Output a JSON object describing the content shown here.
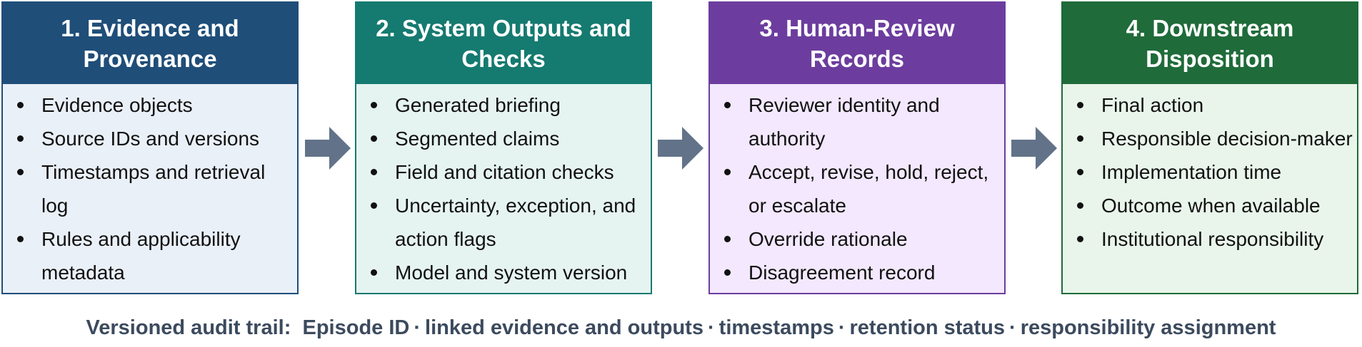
{
  "panels": [
    {
      "title": "1. Evidence and Provenance",
      "items": [
        "Evidence objects",
        "Source IDs and versions",
        "Timestamps and retrieval log",
        "Rules and applicability metadata"
      ]
    },
    {
      "title": "2. System Outputs and Checks",
      "items": [
        "Generated briefing",
        "Segmented claims",
        "Field and citation checks",
        "Uncertainty, exception, and action flags",
        "Model and system version"
      ]
    },
    {
      "title": "3. Human-Review Records",
      "items": [
        "Reviewer identity and authority",
        "Accept, revise, hold, reject, or escalate",
        "Override rationale",
        "Disagreement record"
      ]
    },
    {
      "title": "4. Downstream Disposition",
      "items": [
        "Final action",
        "Responsible decision-maker",
        "Implementation time",
        "Outcome when available",
        "Institutional responsibility"
      ]
    }
  ],
  "footer": {
    "label": "Versioned audit trail:",
    "parts": [
      "Episode ID",
      "linked evidence and outputs",
      "timestamps",
      "retention status",
      "responsibility assignment"
    ],
    "separator": "·"
  },
  "colors": {
    "panel1": "#1f4e79",
    "panel2": "#157a70",
    "panel3": "#6c3d9e",
    "panel4": "#1f6b3a",
    "arrow": "#627389"
  },
  "icons": {
    "arrow": "right-arrow-icon",
    "bullet": "bullet-dot-icon"
  }
}
